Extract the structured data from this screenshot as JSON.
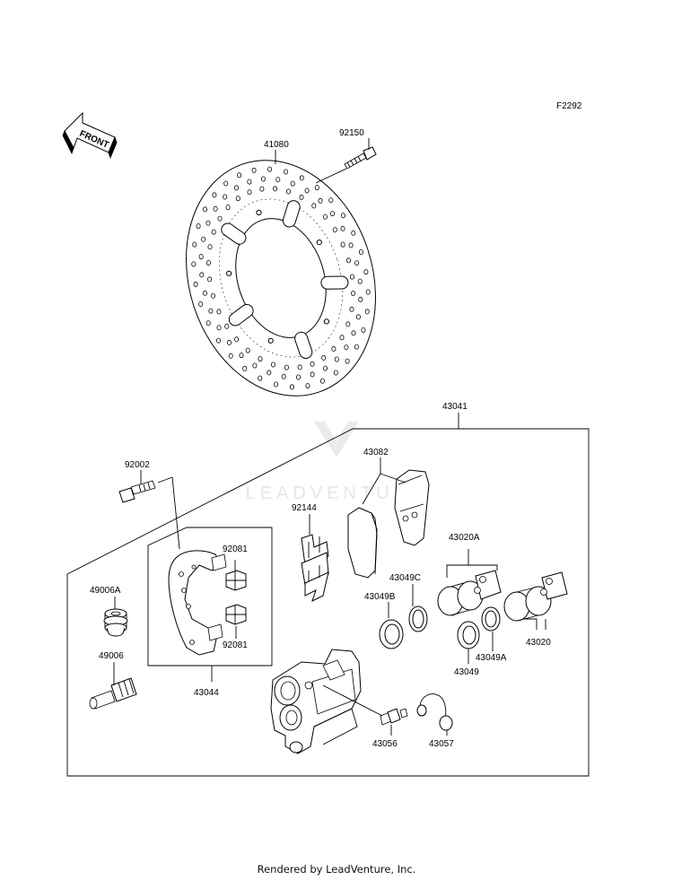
{
  "figure_code": "F2292",
  "front_label": "FRONT",
  "watermark": "LEADVENTURE",
  "footer": "Rendered by LeadVenture, Inc.",
  "labels": {
    "p41080": "41080",
    "p92150": "92150",
    "p43041": "43041",
    "p92002": "92002",
    "p43082": "43082",
    "p92144": "92144",
    "p92081a": "92081",
    "p92081b": "92081",
    "p43020A": "43020A",
    "p49006A": "49006A",
    "p43049C": "43049C",
    "p43049B": "43049B",
    "p43020": "43020",
    "p49006": "49006",
    "p43049A": "43049A",
    "p43049": "43049",
    "p43044": "43044",
    "p43056": "43056",
    "p43057": "43057"
  }
}
